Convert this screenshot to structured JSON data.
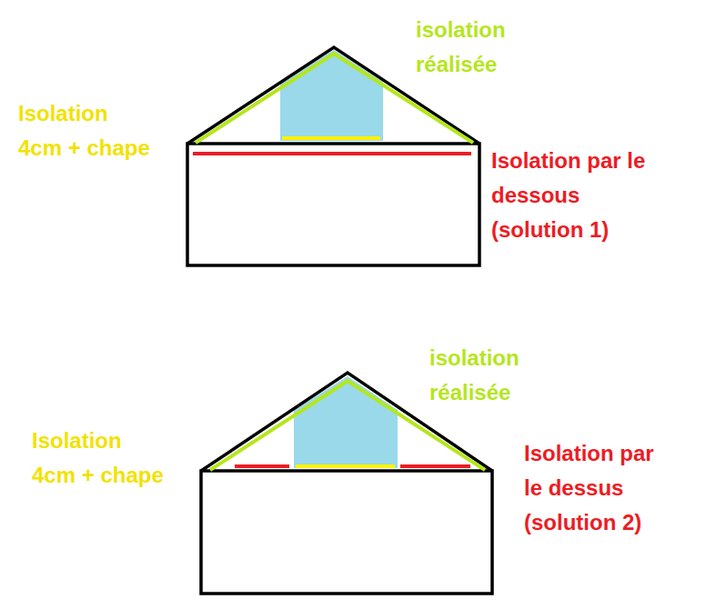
{
  "diagram": {
    "labels": [
      "isolation réalisée",
      "Isolation 4cm + chape",
      "Isolation par le dessous (solution 1)",
      "isolation réalisée",
      "Isolation 4cm + chape",
      "Isolation par le dessus (solution 2)"
    ]
  }
}
